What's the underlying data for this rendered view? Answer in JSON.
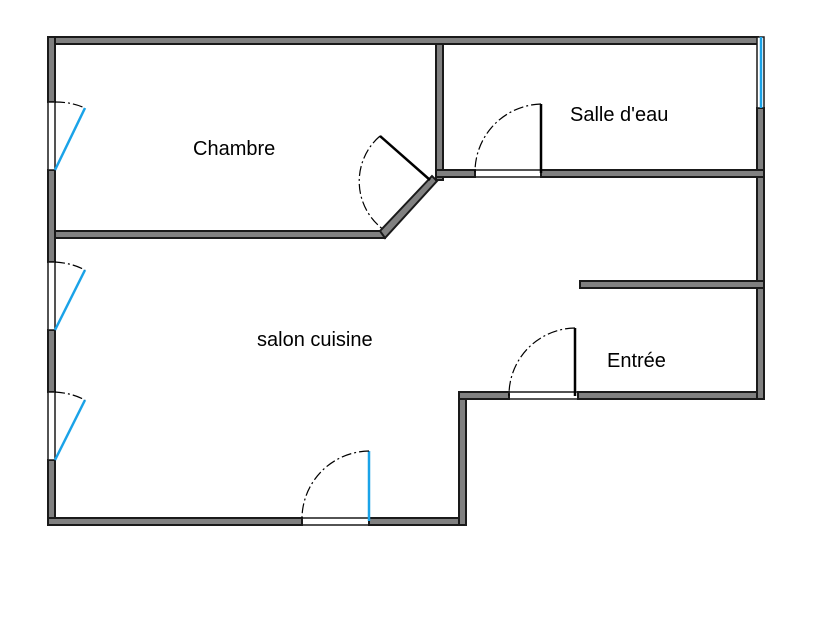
{
  "rooms": {
    "chambre": "Chambre",
    "salle_eau": "Salle d'eau",
    "salon": "salon cuisine",
    "entree": "Entrée"
  },
  "colors": {
    "wall": "#808080",
    "wall_outline": "#1a1a1a",
    "window_leaf": "#1aa3e8",
    "door_leaf": "#000000"
  },
  "elements": {
    "room_count": 4,
    "door_count": 4,
    "window_count": 4
  }
}
